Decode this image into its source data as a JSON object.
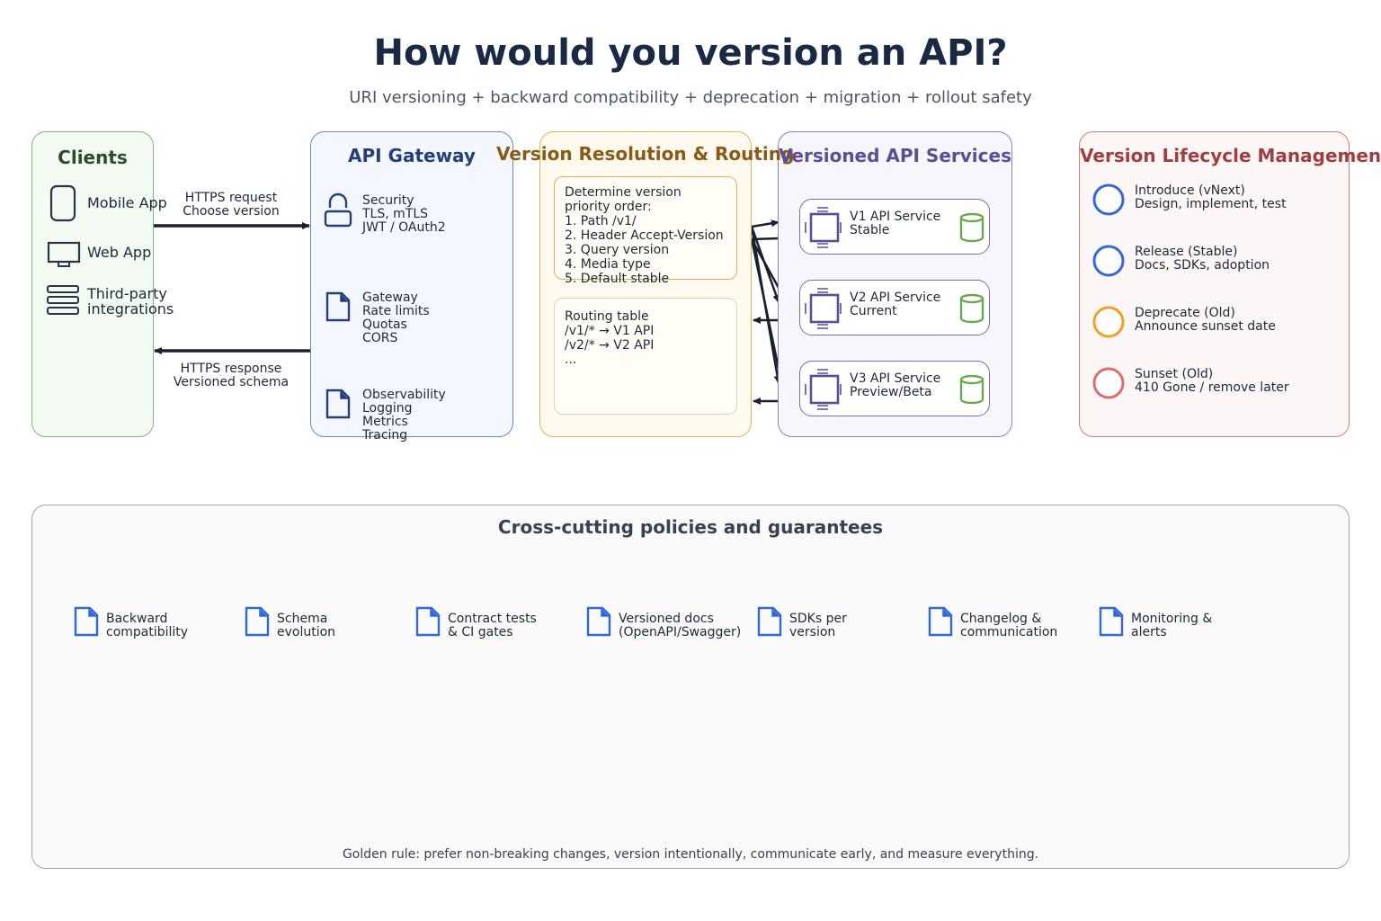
{
  "title": "How would you version an API?",
  "subtitle": "URI versioning + backward compatibility + deprecation + migration + rollout safety",
  "colors": {
    "clients_border": "#7dbb7a",
    "clients_bg": "#f3faf2",
    "clients_title": "#2c4a2c",
    "gateway_border": "#6e86c4",
    "gateway_bg": "#f4f7fd",
    "gateway_title": "#23407a",
    "routing_border": "#e5b04f",
    "routing_bg": "#fffaf0",
    "routing_title": "#8a5a12",
    "services_border": "#8b80c4",
    "services_bg": "#f7f6fd",
    "services_title": "#5b4d98",
    "lifecycle_border": "#d97a7a",
    "lifecycle_bg": "#fdf6f6",
    "lifecycle_title": "#a03f3f",
    "policies_border": "#9aa4b2",
    "policies_bg": "#fafafa",
    "policies_title": "#374151",
    "accent_blue": "#3169d9",
    "accent_orange": "#f0a024",
    "accent_red": "#dc6e6e",
    "db_green": "#6aa84f"
  },
  "clients": {
    "title": "Clients",
    "items": [
      {
        "label": "Mobile App",
        "icon": "mobile-icon"
      },
      {
        "label": "Web App",
        "icon": "monitor-icon"
      },
      {
        "label_line1": "Third-party",
        "label_line2": "integrations",
        "icon": "server-stack-icon"
      }
    ]
  },
  "request_arrow": {
    "line1": "HTTPS request",
    "line2": "Choose version"
  },
  "response_arrow": {
    "line1": "HTTPS response",
    "line2": "Versioned schema"
  },
  "gateway": {
    "title": "API Gateway",
    "blocks": [
      {
        "icon": "lock-icon",
        "lines": [
          "Security",
          "TLS, mTLS",
          "JWT / OAuth2"
        ]
      },
      {
        "icon": "document-icon",
        "lines": [
          "Gateway",
          "Rate limits",
          "Quotas",
          "CORS"
        ]
      },
      {
        "icon": "document-icon",
        "lines": [
          "Observability",
          "Logging",
          "Metrics",
          "Tracing"
        ]
      }
    ]
  },
  "routing": {
    "title": "Version Resolution & Routing",
    "resolution": [
      "Determine version",
      "priority order:",
      "1. Path /v1/",
      "2. Header Accept-Version",
      "3. Query version",
      "4. Media type",
      "5. Default stable"
    ],
    "table": [
      "Routing table",
      "/v1/* → V1 API",
      "/v2/* → V2 API",
      "..."
    ]
  },
  "services": {
    "title": "Versioned API Services",
    "items": [
      {
        "name": "V1 API Service",
        "status": "Stable"
      },
      {
        "name": "V2 API Service",
        "status": "Current"
      },
      {
        "name": "V3 API Service",
        "status": "Preview/Beta"
      }
    ]
  },
  "lifecycle": {
    "title": "Version Lifecycle Management",
    "stages": [
      {
        "name": "Introduce (vNext)",
        "detail": "Design, implement, test",
        "color": "#3169d9"
      },
      {
        "name": "Release (Stable)",
        "detail": "Docs, SDKs, adoption",
        "color": "#3169d9"
      },
      {
        "name": "Deprecate (Old)",
        "detail": "Announce sunset date",
        "color": "#f0a024"
      },
      {
        "name": "Sunset (Old)",
        "detail": "410 Gone / remove later",
        "color": "#dc6e6e"
      }
    ]
  },
  "policies": {
    "title": "Cross-cutting policies and guarantees",
    "items": [
      {
        "line1": "Backward",
        "line2": "compatibility"
      },
      {
        "line1": "Schema",
        "line2": "evolution"
      },
      {
        "line1": "Contract tests",
        "line2": "& CI gates"
      },
      {
        "line1": "Versioned docs",
        "line2": "(OpenAPI/Swagger)"
      },
      {
        "line1": "SDKs per",
        "line2": "version"
      },
      {
        "line1": "Changelog &",
        "line2": "communication"
      },
      {
        "line1": "Monitoring &",
        "line2": "alerts"
      }
    ],
    "footer": "Golden rule: prefer non-breaking changes, version intentionally, communicate early, and measure everything."
  }
}
